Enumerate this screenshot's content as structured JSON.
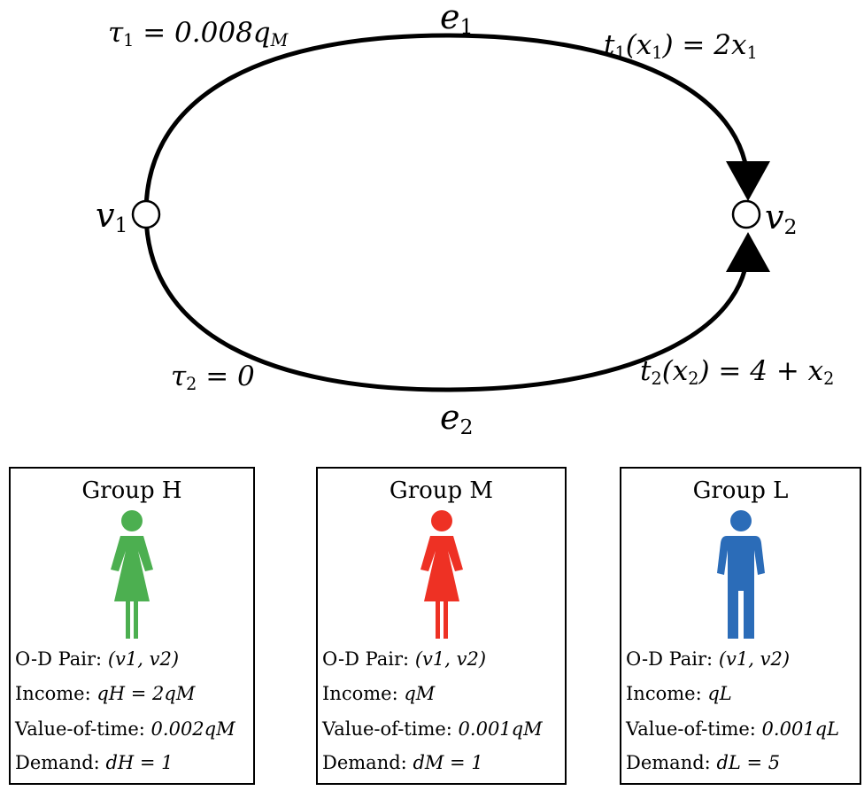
{
  "nodes": {
    "v1": {
      "base": "v",
      "sub": "1"
    },
    "v2": {
      "base": "v",
      "sub": "2"
    }
  },
  "edges": {
    "e1": {
      "base": "e",
      "sub": "1"
    },
    "e2": {
      "base": "e",
      "sub": "2"
    }
  },
  "labels": {
    "tau1": {
      "base": "τ",
      "sub": "1",
      "rhs": " = 0.008q",
      "rhs_sub": "M"
    },
    "tau2": {
      "base": "τ",
      "sub": "2",
      "rhs": " = 0",
      "rhs_sub": ""
    },
    "t1": {
      "base": "t",
      "sub": "1",
      "arg": "(x",
      "arg_sub": "1",
      "rhs": ") = 2x",
      "rhs_sub": "1"
    },
    "t2": {
      "base": "t",
      "sub": "2",
      "arg": "(x",
      "arg_sub": "2",
      "rhs": ") = 4 + x",
      "rhs_sub": "2"
    }
  },
  "groups": [
    {
      "title": "Group H",
      "color": "#4caf50",
      "icon": "woman-icon",
      "od_label": "O-D Pair:",
      "od_value": "(v1, v2)",
      "income_label": "Income:",
      "income_value": "qH = 2qM",
      "vot_label": "Value-of-time:",
      "vot_value": "0.002qM",
      "demand_label": "Demand:",
      "demand_value": "dH = 1"
    },
    {
      "title": "Group M",
      "color": "#ee3124",
      "icon": "woman-icon",
      "od_label": "O-D Pair:",
      "od_value": "(v1, v2)",
      "income_label": "Income:",
      "income_value": "qM",
      "vot_label": "Value-of-time:",
      "vot_value": "0.001qM",
      "demand_label": "Demand:",
      "demand_value": "dM = 1"
    },
    {
      "title": "Group L",
      "color": "#2b6cb8",
      "icon": "man-icon",
      "od_label": "O-D Pair:",
      "od_value": "(v1, v2)",
      "income_label": "Income:",
      "income_value": "qL",
      "vot_label": "Value-of-time:",
      "vot_value": "0.001qL",
      "demand_label": "Demand:",
      "demand_value": "dL = 5"
    }
  ]
}
